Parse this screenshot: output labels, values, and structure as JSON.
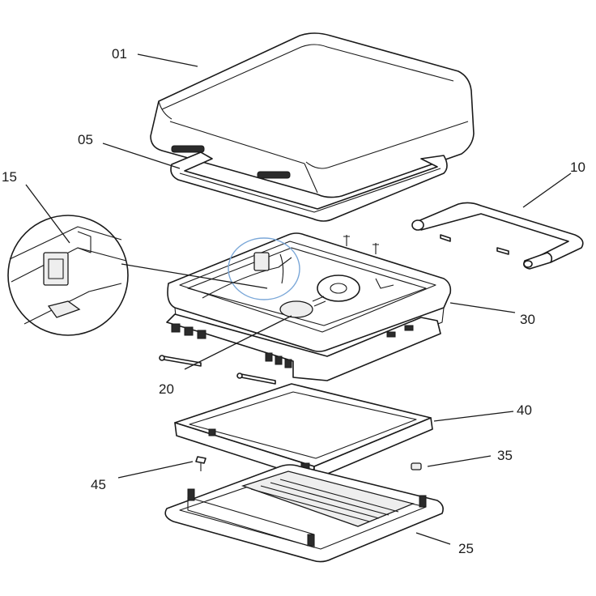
{
  "diagram": {
    "callouts": [
      {
        "id": "01",
        "label": "01"
      },
      {
        "id": "05",
        "label": "05"
      },
      {
        "id": "10",
        "label": "10"
      },
      {
        "id": "15",
        "label": "15"
      },
      {
        "id": "20",
        "label": "20"
      },
      {
        "id": "25",
        "label": "25"
      },
      {
        "id": "30",
        "label": "30"
      },
      {
        "id": "35",
        "label": "35"
      },
      {
        "id": "40",
        "label": "40"
      },
      {
        "id": "45",
        "label": "45"
      }
    ],
    "colors": {
      "line": "#1a1a1a",
      "background": "#ffffff",
      "highlight": "#7aa7d8"
    }
  }
}
